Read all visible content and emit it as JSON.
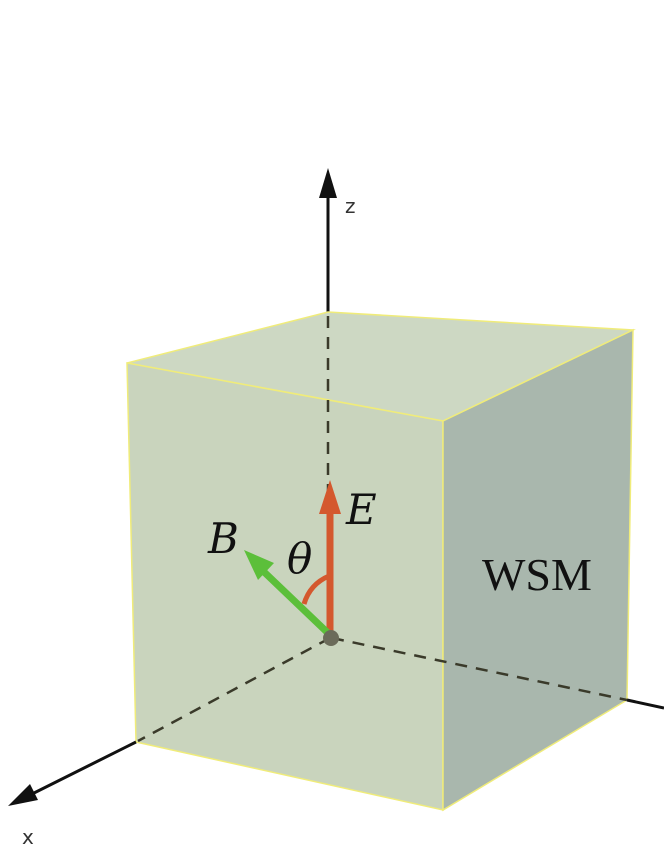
{
  "axes": {
    "z_label": "z",
    "x_label": "x"
  },
  "vectors": {
    "E_label": "E",
    "B_label": "B",
    "angle_label": "θ",
    "E_color": "#d4582e",
    "B_color": "#5cbf3a"
  },
  "material": {
    "label": "WSM",
    "front_face_color": "#c9d4bd",
    "side_face_color": "#a9b7ad",
    "top_face_color": "#cdd8c3",
    "edge_color": "#f0ec7a"
  }
}
